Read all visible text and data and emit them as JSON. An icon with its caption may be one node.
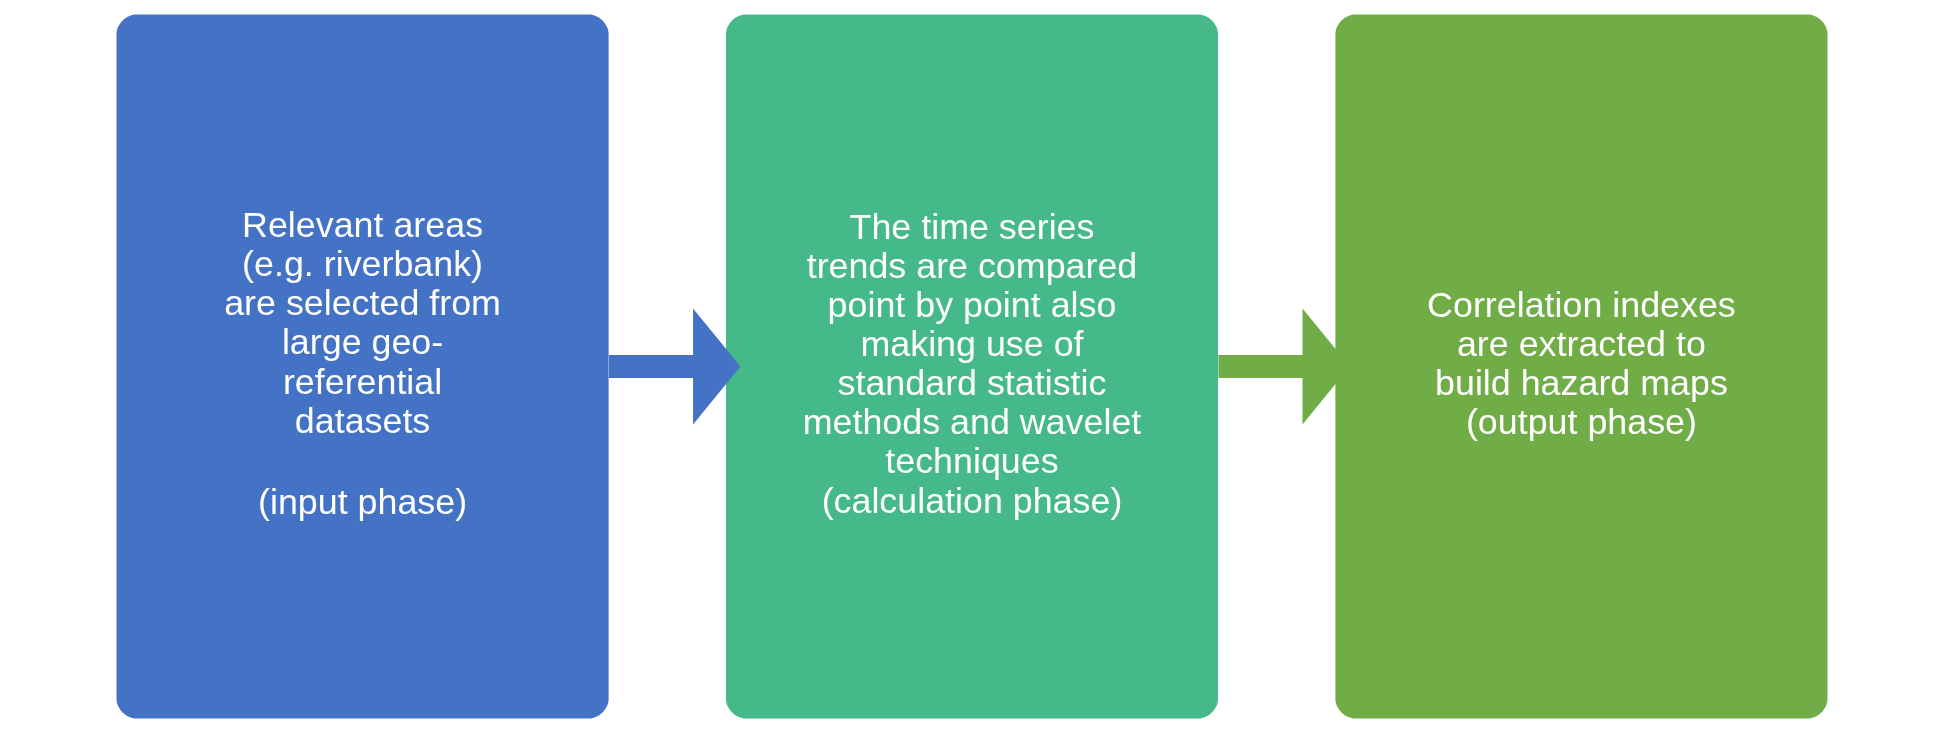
{
  "diagram": {
    "nodes": [
      {
        "text": [
          "Relevant areas (e.g. riverbank) are selected from large geo-referential datasets",
          "(input phase)"
        ]
      },
      {
        "text": [
          "The time series trends are compared point by point also making use of standard statistic methods and wavelet techniques (calculation phase)"
        ]
      },
      {
        "text": [
          "Correlation indexes are extracted to build hazard maps (output phase)"
        ]
      }
    ],
    "edges": [
      {
        "from": 0,
        "to": 1,
        "arrow": "to",
        "color": "#4472c4"
      },
      {
        "from": 1,
        "to": 2,
        "arrow": "to",
        "color": "#70ad47"
      }
    ]
  }
}
